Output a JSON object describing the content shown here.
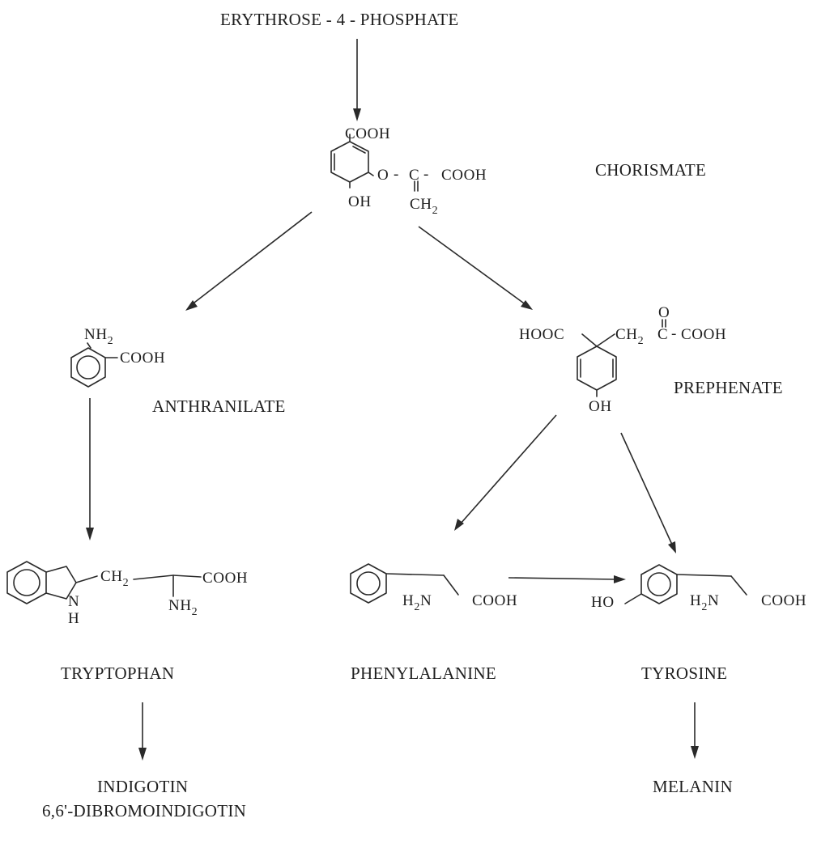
{
  "compounds": {
    "erythrose": "ERYTHROSE - 4 - PHOSPHATE",
    "chorismate": "CHORISMATE",
    "anthranilate": "ANTHRANILATE",
    "prephenate": "PREPHENATE",
    "tryptophan": "TRYPTOPHAN",
    "phenylalanine": "PHENYLALANINE",
    "tyrosine": "TYROSINE",
    "indigotin": "INDIGOTIN",
    "dibromoindigotin": "6,6'-DIBROMOINDIGOTIN",
    "melanin": "MELANIN"
  },
  "groups": {
    "cooh": "COOH",
    "hooc": "HOOC",
    "oh": "OH",
    "ho": "HO",
    "o": "O",
    "c": "C",
    "ch": "CH",
    "nh": "NH",
    "n": "N",
    "h": "H",
    "sub2": "2",
    "dash": "-"
  }
}
